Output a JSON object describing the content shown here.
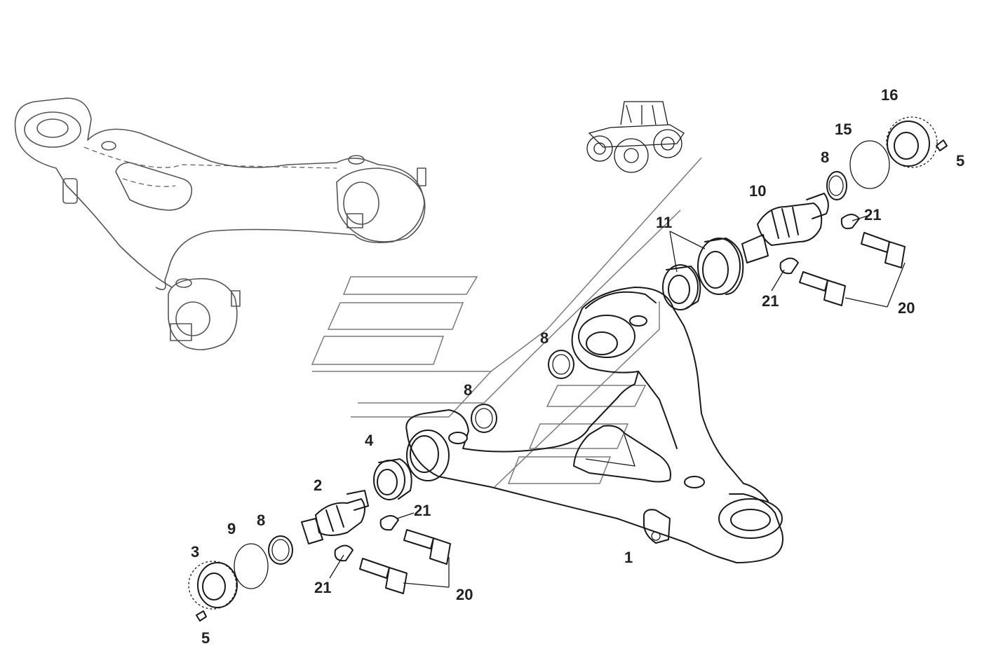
{
  "diagram": {
    "callouts": [
      {
        "id": "c1",
        "label": "1"
      },
      {
        "id": "c2",
        "label": "2"
      },
      {
        "id": "c3",
        "label": "3"
      },
      {
        "id": "c4",
        "label": "4"
      },
      {
        "id": "c5a",
        "label": "5"
      },
      {
        "id": "c5b",
        "label": "5"
      },
      {
        "id": "c8a",
        "label": "8"
      },
      {
        "id": "c8b",
        "label": "8"
      },
      {
        "id": "c8c",
        "label": "8"
      },
      {
        "id": "c8d",
        "label": "8"
      },
      {
        "id": "c9",
        "label": "9"
      },
      {
        "id": "c10",
        "label": "10"
      },
      {
        "id": "c11",
        "label": "11"
      },
      {
        "id": "c15",
        "label": "15"
      },
      {
        "id": "c16",
        "label": "16"
      },
      {
        "id": "c20a",
        "label": "20"
      },
      {
        "id": "c20b",
        "label": "20"
      },
      {
        "id": "c21a",
        "label": "21"
      },
      {
        "id": "c21b",
        "label": "21"
      },
      {
        "id": "c21c",
        "label": "21"
      },
      {
        "id": "c21d",
        "label": "21"
      }
    ],
    "icons": [
      "tractor-icon",
      "suspension-arm-overview",
      "suspension-arm",
      "watermark-logo"
    ]
  }
}
